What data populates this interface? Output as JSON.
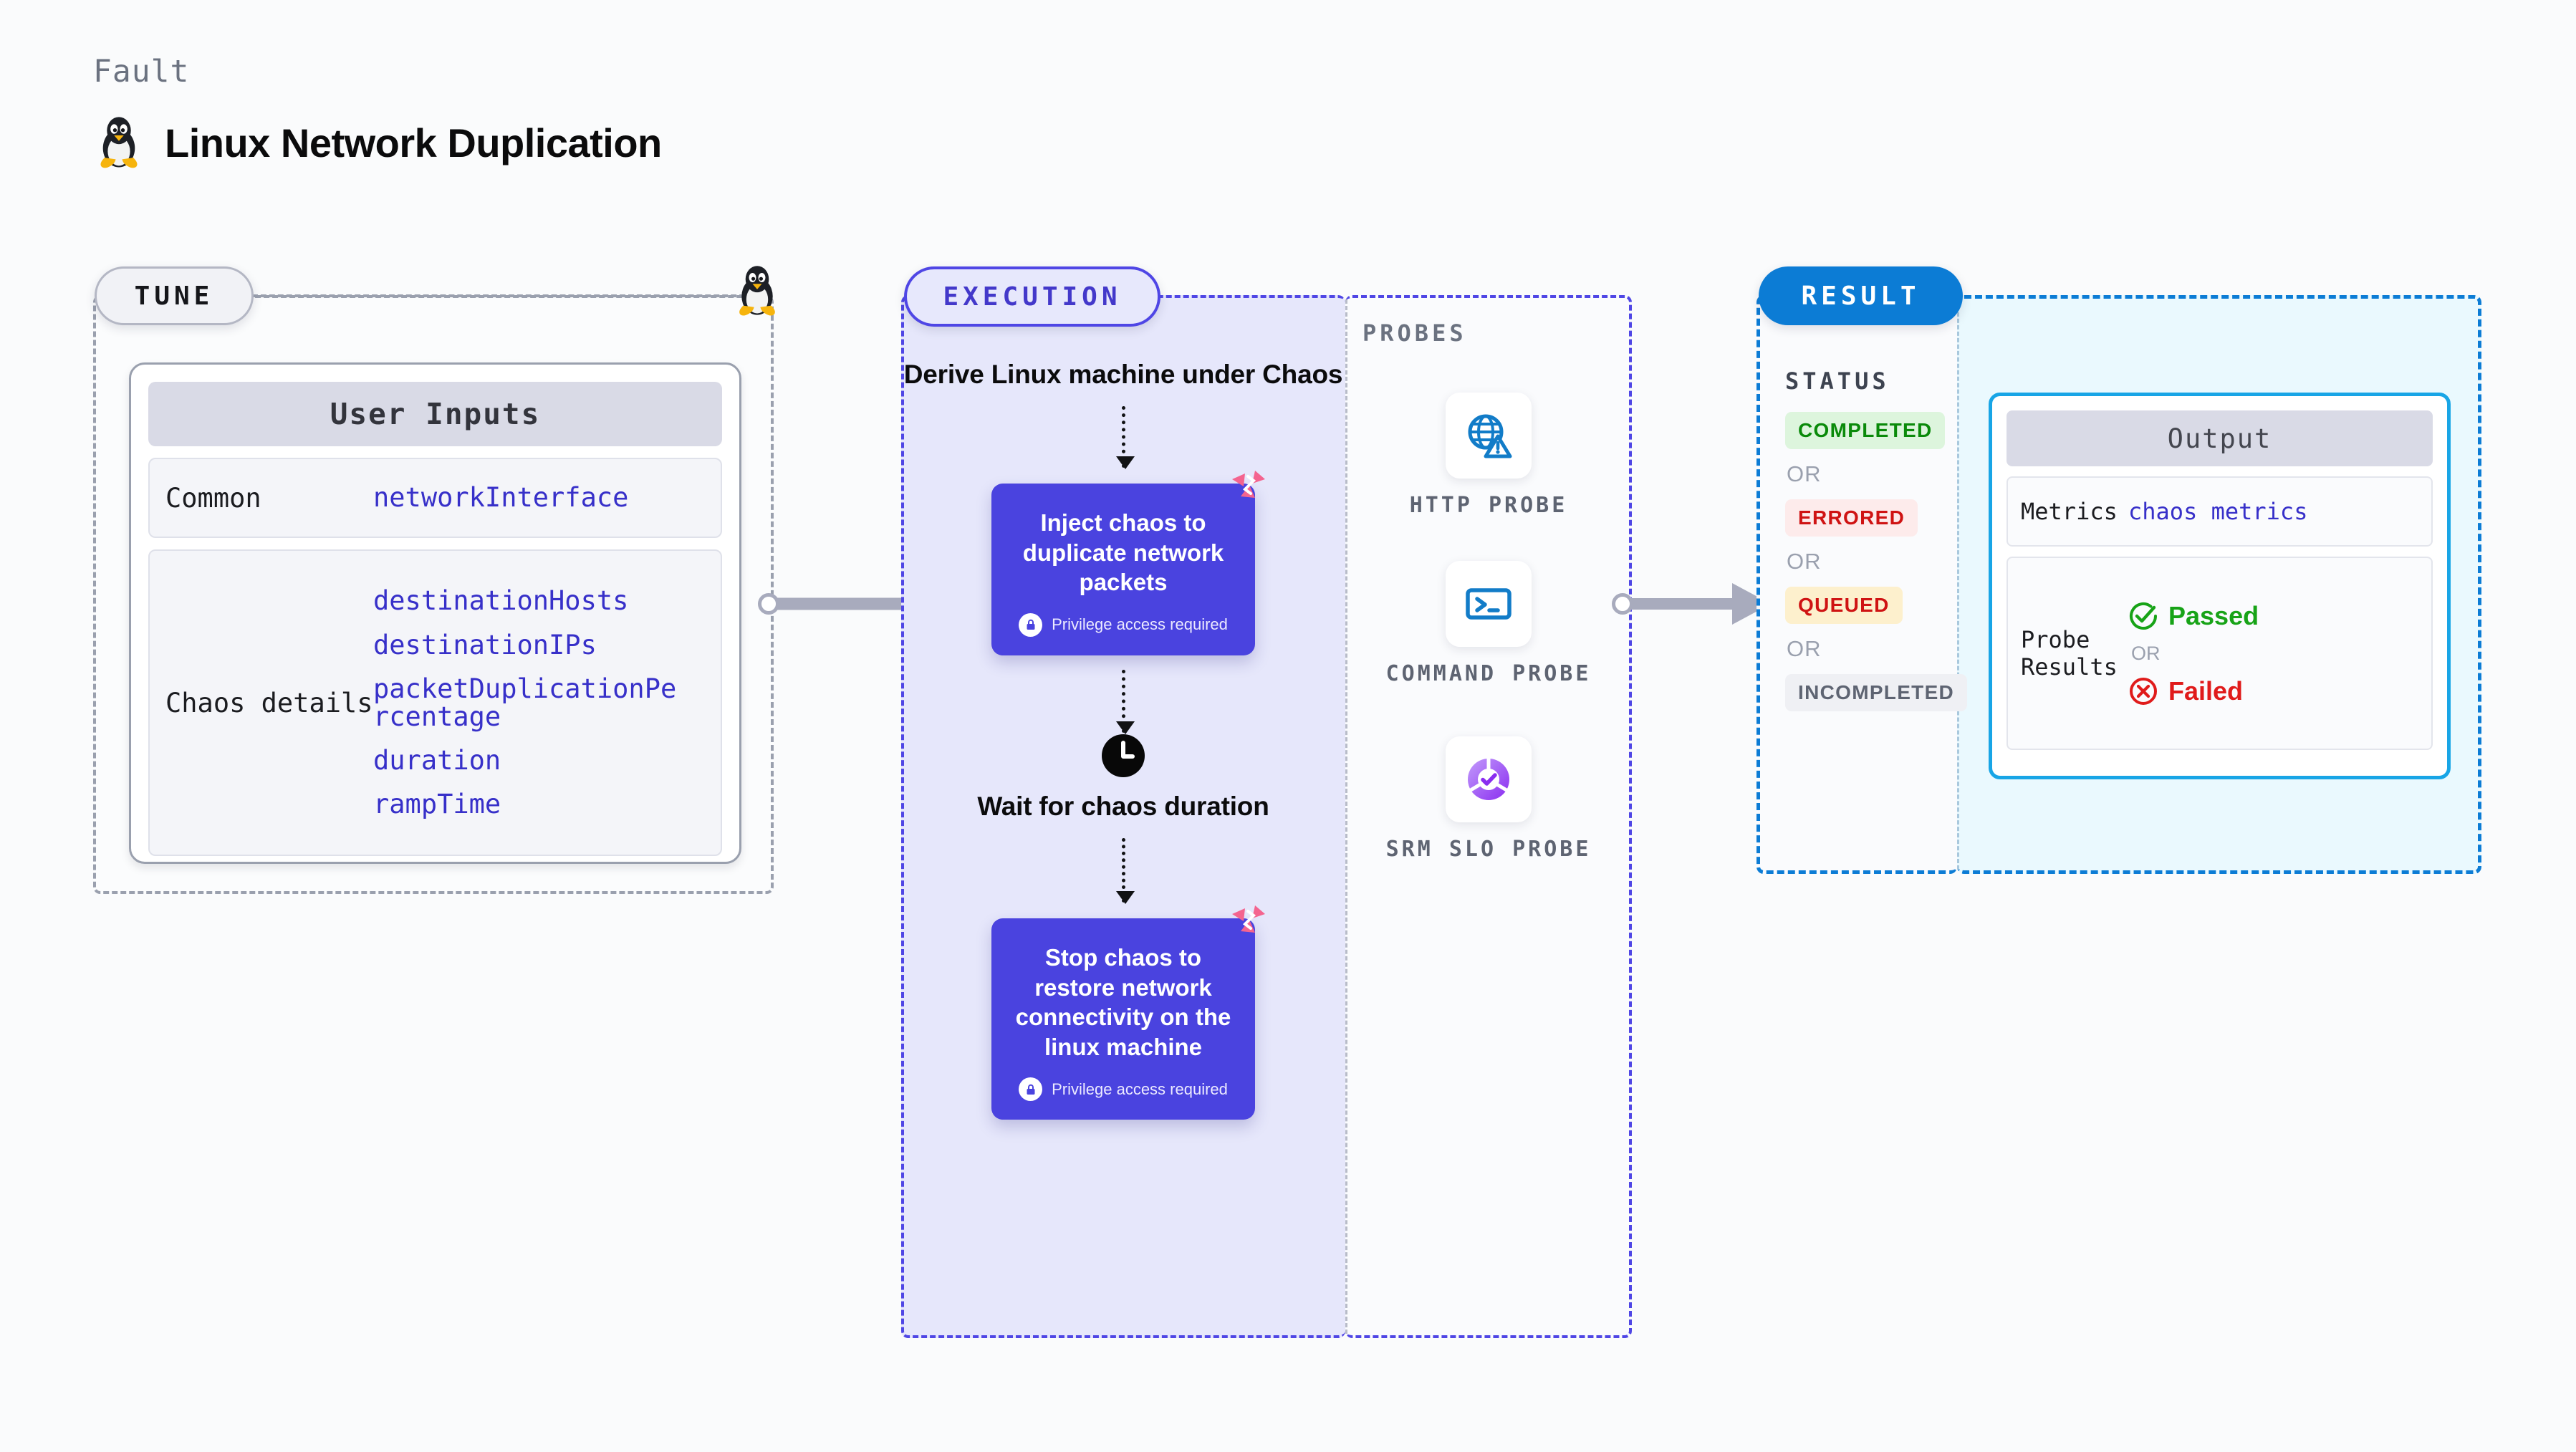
{
  "header": {
    "eyebrow": "Fault",
    "title": "Linux Network Duplication",
    "icon": "linux-penguin-icon"
  },
  "tune": {
    "pill_label": "TUNE",
    "card_title": "User Inputs",
    "rows": [
      {
        "label": "Common",
        "values": [
          "networkInterface"
        ]
      },
      {
        "label": "Chaos details",
        "values": [
          "destinationHosts",
          "destinationIPs",
          "packetDuplicationPercentage",
          "duration",
          "rampTime"
        ]
      }
    ]
  },
  "execution": {
    "pill_label": "EXECUTION",
    "steps": [
      {
        "type": "title",
        "text": "Derive Linux machine under Chaos"
      },
      {
        "type": "card",
        "text": "Inject chaos to duplicate network packets",
        "privilege": "Privilege access required"
      },
      {
        "type": "clock",
        "text": "Wait for chaos duration"
      },
      {
        "type": "card",
        "text": "Stop chaos to restore network connectivity on the linux machine",
        "privilege": "Privilege access required"
      }
    ]
  },
  "probes": {
    "section_label": "PROBES",
    "items": [
      {
        "name": "HTTP PROBE",
        "icon": "globe-warning-icon"
      },
      {
        "name": "COMMAND PROBE",
        "icon": "terminal-icon"
      },
      {
        "name": "SRM SLO PROBE",
        "icon": "slo-donut-check-icon"
      }
    ]
  },
  "result": {
    "pill_label": "RESULT",
    "status_label": "STATUS",
    "or_label": "OR",
    "statuses": [
      {
        "label": "COMPLETED",
        "style": "b-completed"
      },
      {
        "label": "ERRORED",
        "style": "b-errored"
      },
      {
        "label": "QUEUED",
        "style": "b-queued"
      },
      {
        "label": "INCOMPLETED",
        "style": "b-incompleted"
      }
    ],
    "output": {
      "title": "Output",
      "metrics_label": "Metrics",
      "metrics_value": "chaos metrics",
      "probe_results_label": "Probe Results",
      "passed_label": "Passed",
      "failed_label": "Failed",
      "or_label": "OR"
    }
  },
  "colors": {
    "tune_border": "#9aa0ae",
    "execution_accent": "#4f46e5",
    "result_accent": "#0c7cd5",
    "card_purple": "#4a43df",
    "output_border": "#18a5e6",
    "link_text": "#3730c9",
    "passed_green": "#17a317",
    "failed_red": "#e01b1b"
  }
}
